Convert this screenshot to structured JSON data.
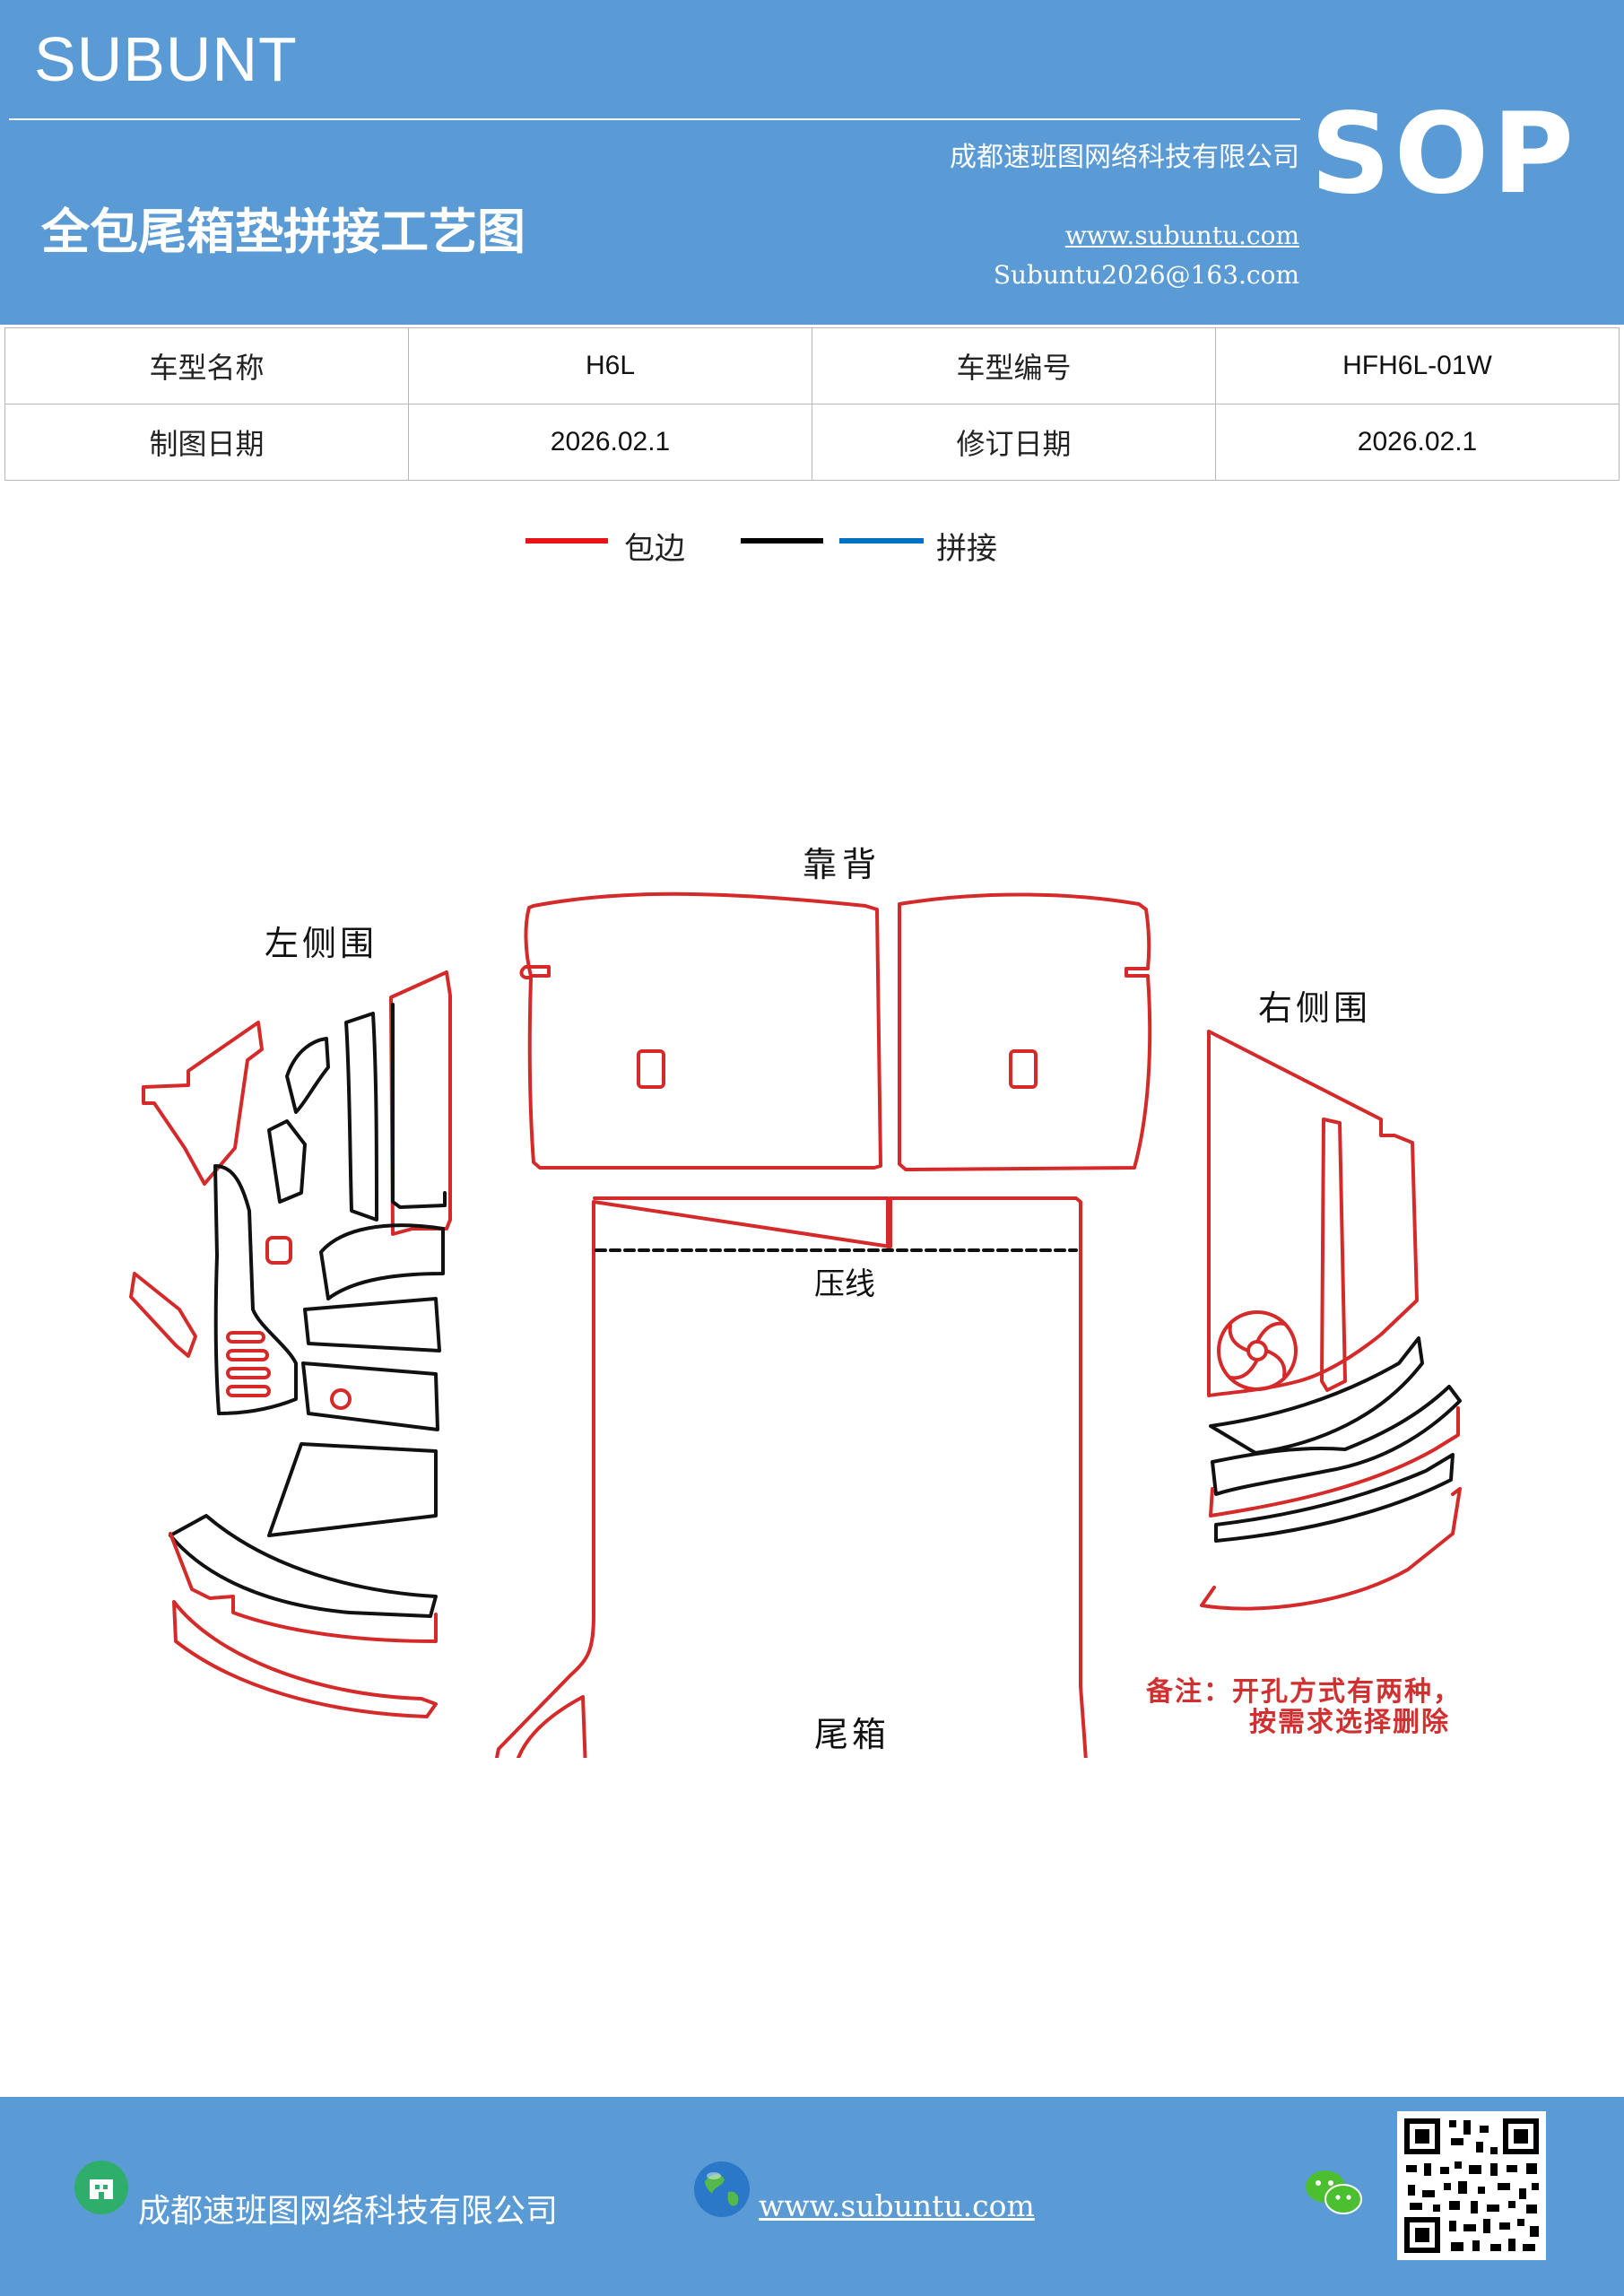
{
  "header": {
    "brand": "SUBUNT",
    "title": "全包尾箱垫拼接工艺图",
    "company": "成都速班图网络科技有限公司",
    "website": "www.subuntu.com",
    "email": "Subuntu2026@163.com",
    "badge": "SOP"
  },
  "info_table": {
    "model_name_label": "车型名称",
    "model_name_value": "H6L",
    "model_code_label": "车型编号",
    "model_code_value": "HFH6L-01W",
    "draw_date_label": "制图日期",
    "draw_date_value": "2026.02.1",
    "revise_date_label": "修订日期",
    "revise_date_value": "2026.02.1"
  },
  "legend": {
    "items": [
      {
        "label": "包边",
        "color": "#e8141a"
      },
      {
        "label": "",
        "color": "#000000"
      },
      {
        "label": "拼接",
        "color": "#0070c0"
      }
    ]
  },
  "diagram": {
    "left_label": "左侧围",
    "back_label": "靠背",
    "right_label": "右侧围",
    "crease_label": "压线",
    "trunk_label": "尾箱",
    "note_line1": "备注：开孔方式有两种，",
    "note_line2": "按需求选择删除",
    "note_color": "#d03030",
    "edge_color": "#d42a2a",
    "splice_color": "#111111"
  },
  "footer": {
    "company": "成都速班图网络科技有限公司",
    "website": "www.subuntu.com"
  },
  "icons": [
    "building-icon",
    "globe-icon",
    "wechat-icon",
    "qr-code"
  ]
}
